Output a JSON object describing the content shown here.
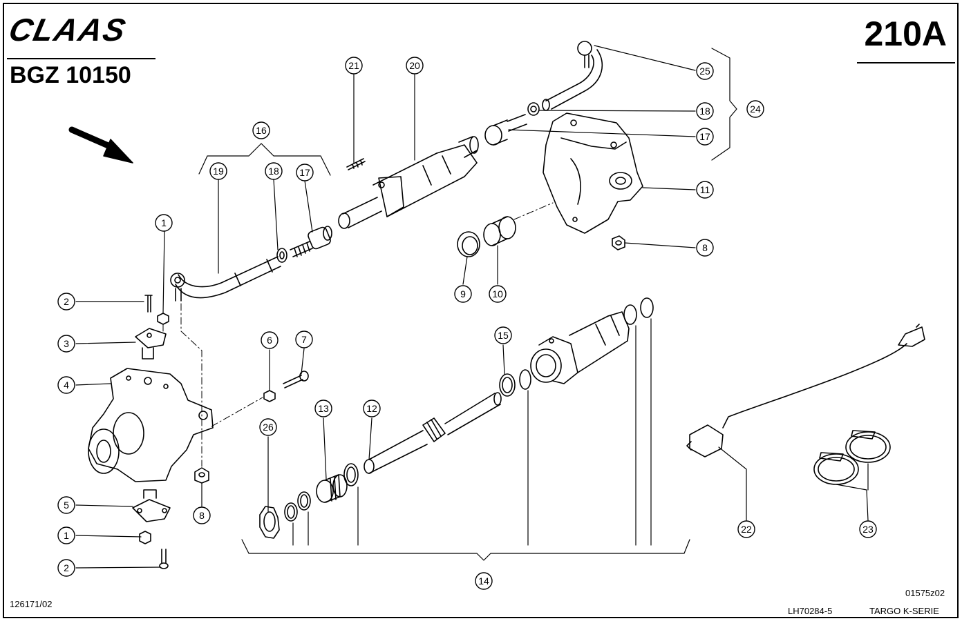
{
  "header": {
    "logo_text": "CLAAS",
    "doc_number": "BGZ 10150",
    "page_number": "210A"
  },
  "footer": {
    "left_code": "126171/02",
    "drawing_code": "01575z02",
    "ref_code": "LH70284-5",
    "series": "TARGO K-SERIE"
  },
  "callouts": {
    "c1a": "1",
    "c1b": "1",
    "c2a": "2",
    "c2b": "2",
    "c3": "3",
    "c4": "4",
    "c5": "5",
    "c6": "6",
    "c7": "7",
    "c8a": "8",
    "c8b": "8",
    "c9": "9",
    "c10": "10",
    "c11": "11",
    "c12": "12",
    "c13": "13",
    "c14": "14",
    "c15": "15",
    "c16": "16",
    "c17a": "17",
    "c17b": "17",
    "c18a": "18",
    "c18b": "18",
    "c19": "19",
    "c20": "20",
    "c21": "21",
    "c22": "22",
    "c23": "23",
    "c24": "24",
    "c25": "25",
    "c26": "26"
  }
}
